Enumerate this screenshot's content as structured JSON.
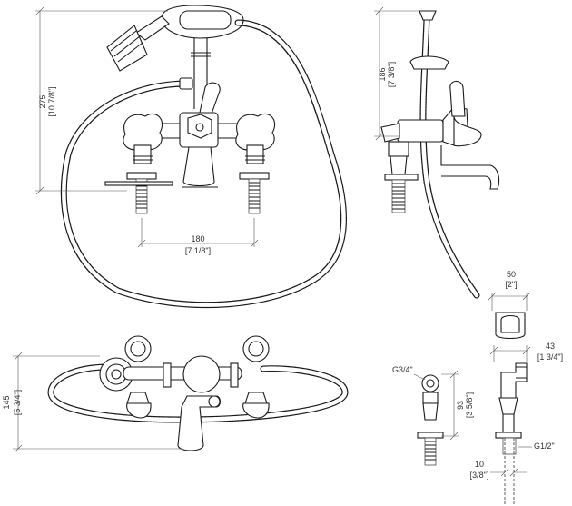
{
  "dimensions": {
    "height_total": {
      "mm": "275",
      "inch": "[10 7/8\"]"
    },
    "spacing": {
      "mm": "180",
      "inch": "[7 1/8\"]"
    },
    "side_height": {
      "mm": "186",
      "inch": "[7 3/8\"]"
    },
    "holder_width": {
      "mm": "50",
      "inch": "[2\"]"
    },
    "holder_depth": {
      "mm": "43",
      "inch": "[1 3/4\"]"
    },
    "plan_depth": {
      "mm": "145",
      "inch": "[5 3/4\"]"
    },
    "leg_height": {
      "mm": "93",
      "inch": "[3 5/8\"]"
    },
    "leg_offset": {
      "mm": "10",
      "inch": "[3/8\"]"
    }
  },
  "threads": {
    "inlet_thread": "G3/4\"",
    "supply_thread": "G1/2\""
  }
}
